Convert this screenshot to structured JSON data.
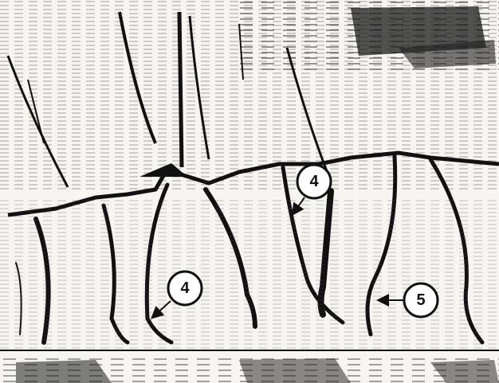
{
  "figure": {
    "colors": {
      "background": "#f7f5f2",
      "ink": "#111111",
      "callout_fill": "#ffffff"
    },
    "callouts": [
      {
        "label": "4"
      },
      {
        "label": "4"
      },
      {
        "label": "5"
      }
    ]
  }
}
